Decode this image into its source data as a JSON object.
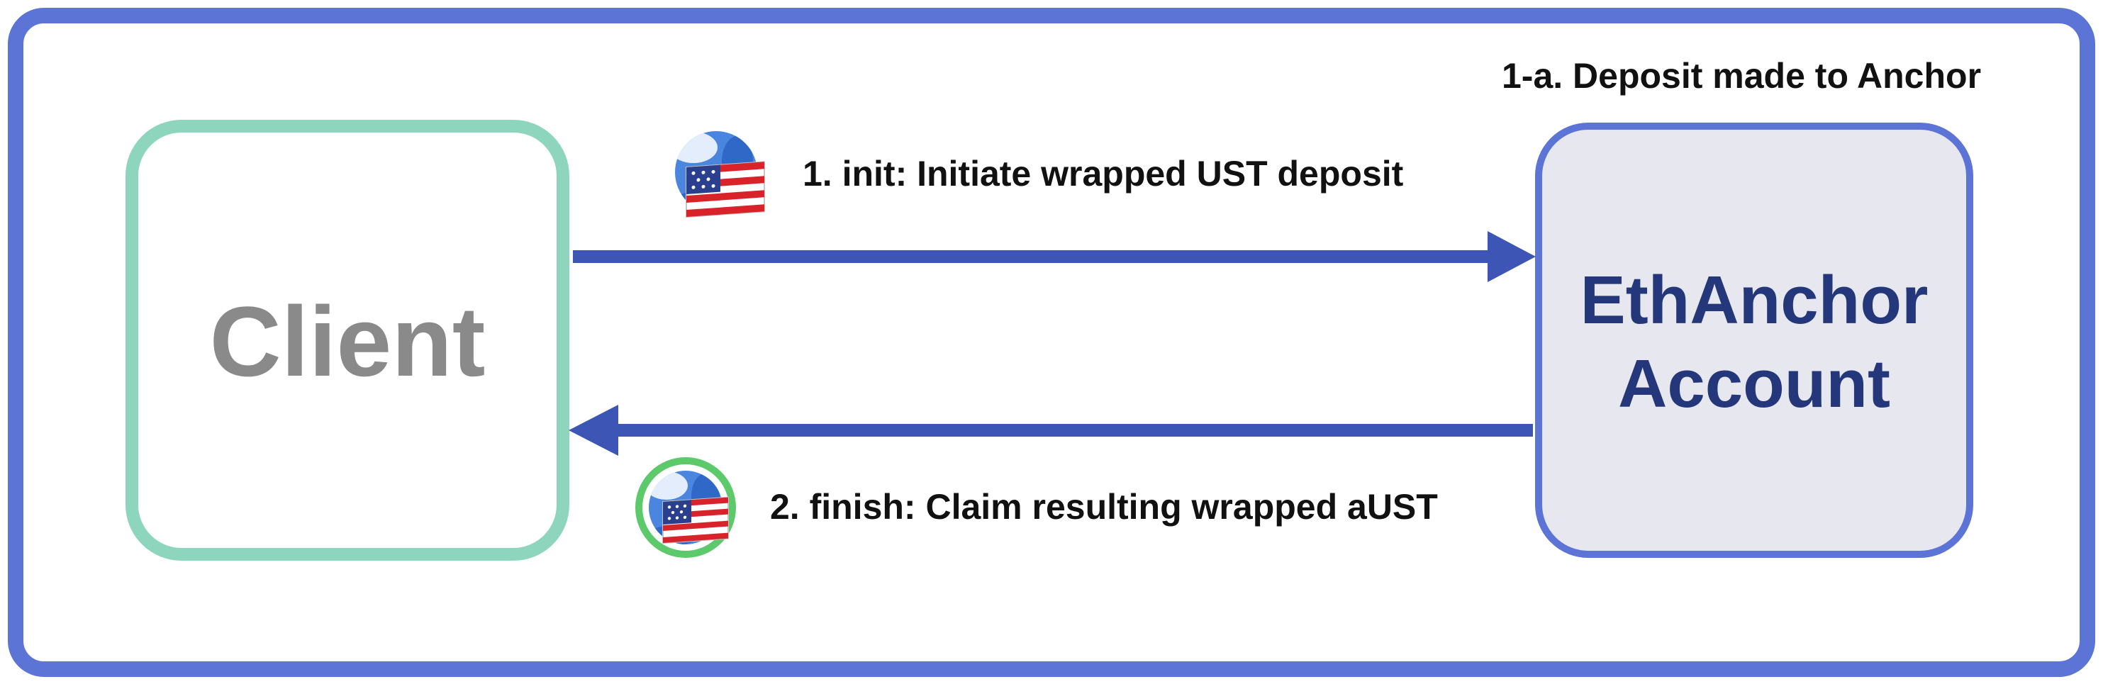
{
  "frame": {
    "caption": "1-a. Deposit made to Anchor"
  },
  "client": {
    "label": "Client"
  },
  "account": {
    "label_line1": "EthAnchor",
    "label_line2": "Account"
  },
  "steps": [
    {
      "label": "1. init: Initiate wrapped UST deposit",
      "token_icon": "wrapped-ust-icon"
    },
    {
      "label": "2. finish: Claim resulting wrapped aUST",
      "token_icon": "wrapped-aust-icon"
    }
  ],
  "colors": {
    "frame_border": "#5b74d6",
    "client_border": "#8dd6bd",
    "client_text": "#8a8a8a",
    "account_border": "#5b74d6",
    "account_fill": "#e7e8ef",
    "account_text": "#24377a",
    "arrow": "#3d55b5",
    "step_text": "#111111",
    "token_ring": "#5cc96a"
  }
}
